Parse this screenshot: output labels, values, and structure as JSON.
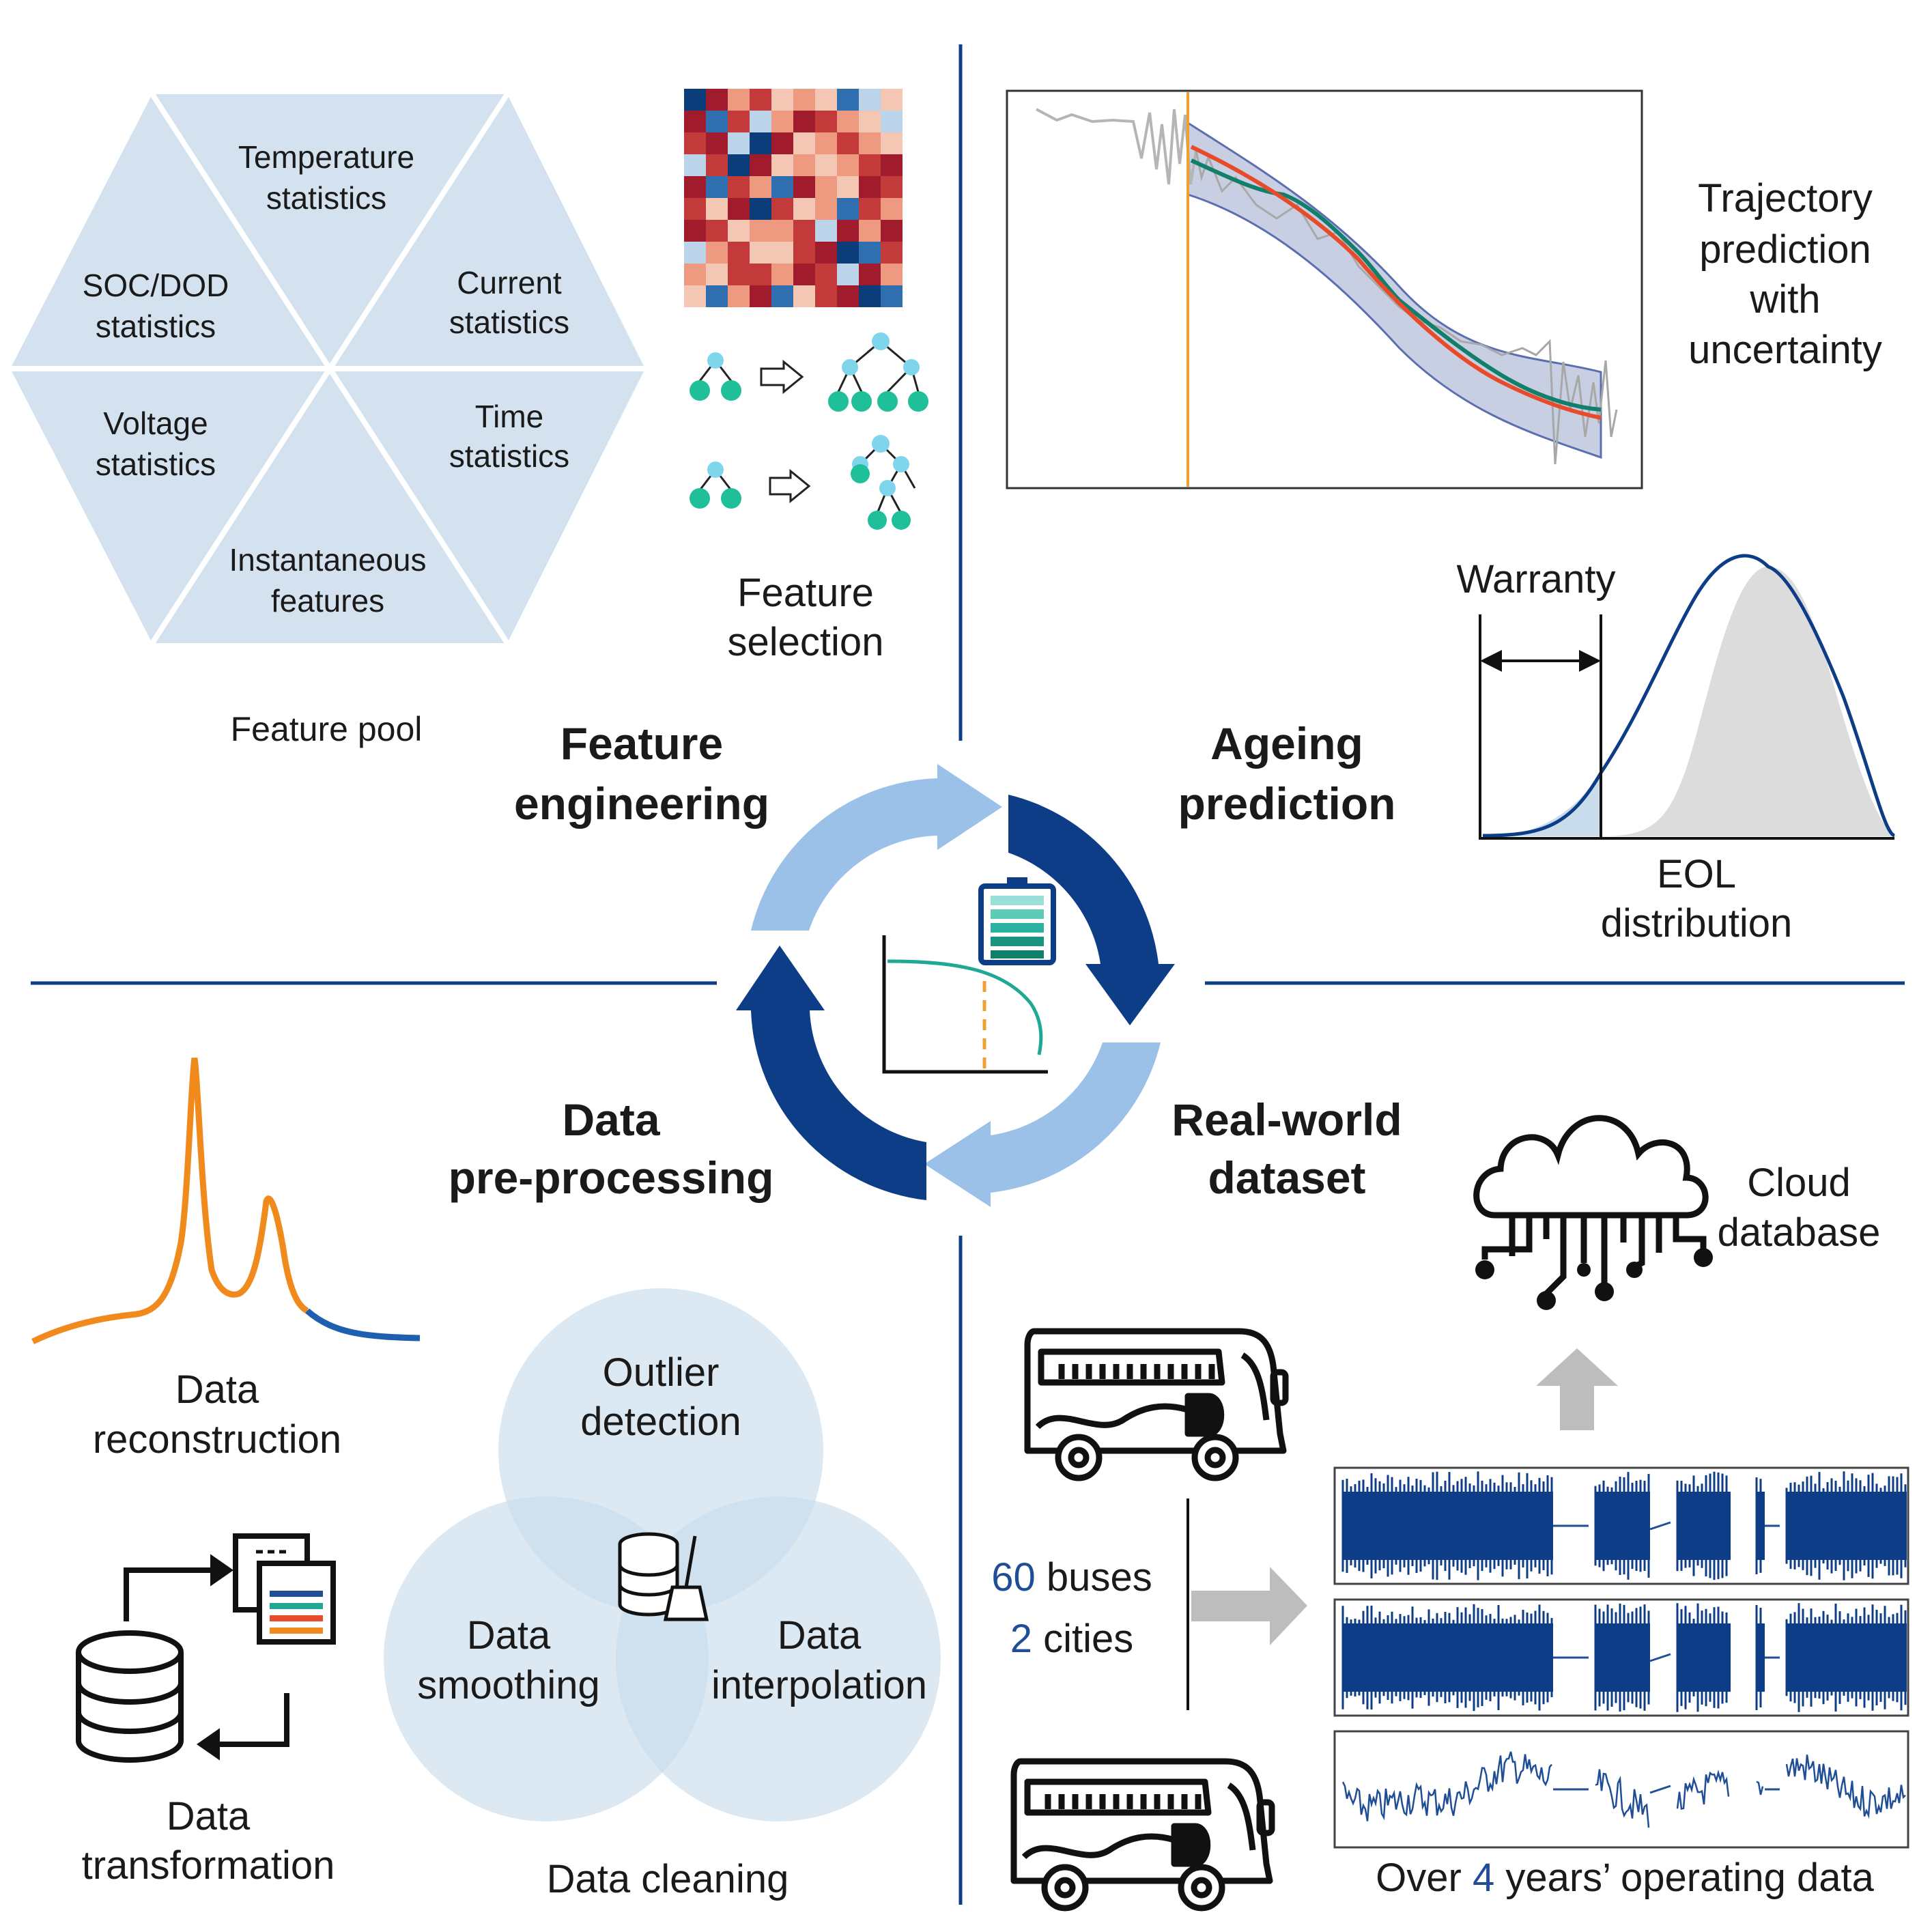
{
  "colors": {
    "navy": "#0d3d86",
    "mid_blue": "#5f91d6",
    "light_blue": "#9bc1e8",
    "hex_fill": "#d3e2ee",
    "venn_fill": "#c7dcec",
    "orange": "#f08a1c",
    "teal": "#1fa893",
    "cyan": "#7fd6ec",
    "red": "#e84b2a",
    "green": "#127f6b",
    "number_blue": "#1f4e96"
  },
  "central": {
    "icons": [
      "battery-icon",
      "capacity-fade-curve-icon"
    ]
  },
  "feature_engineering": {
    "title_line1": "Feature",
    "title_line2": "engineering",
    "pool_label": "Feature pool",
    "hexagon": [
      {
        "line1": "Temperature",
        "line2": "statistics"
      },
      {
        "line1": "Current",
        "line2": "statistics"
      },
      {
        "line1": "Time",
        "line2": "statistics"
      },
      {
        "line1": "Instantaneous",
        "line2": "features"
      },
      {
        "line1": "Voltage",
        "line2": "statistics"
      },
      {
        "line1": "SOC/DOD",
        "line2": "statistics"
      }
    ],
    "selection_line1": "Feature",
    "selection_line2": "selection",
    "icons": [
      "correlation-heatmap-icon",
      "tree-growth-icon"
    ]
  },
  "ageing_prediction": {
    "title_line1": "Ageing",
    "title_line2": "prediction",
    "trajectory_line1": "Trajectory",
    "trajectory_line2": "prediction",
    "trajectory_line3": "with",
    "trajectory_line4": "uncertainty",
    "warranty_label": "Warranty",
    "eol_line1": "EOL",
    "eol_line2": "distribution"
  },
  "data_preprocessing": {
    "title_line1": "Data",
    "title_line2": "pre-processing",
    "reconstruction_line1": "Data",
    "reconstruction_line2": "reconstruction",
    "transformation_line1": "Data",
    "transformation_line2": "transformation",
    "cleaning_label": "Data cleaning",
    "venn": {
      "top_line1": "Outlier",
      "top_line2": "detection",
      "left_line1": "Data",
      "left_line2": "smoothing",
      "right_line1": "Data",
      "right_line2": "interpolation"
    },
    "icons": [
      "database-broom-icon",
      "database-transform-icon"
    ]
  },
  "real_world_dataset": {
    "title_line1": "Real-world",
    "title_line2": "dataset",
    "cloud_line1": "Cloud",
    "cloud_line2": "database",
    "buses_number": "60",
    "buses_text": " buses",
    "cities_number": "2",
    "cities_text": " cities",
    "operating_prefix": "Over ",
    "operating_number": "4",
    "operating_suffix": " years’ operating data",
    "icons": [
      "electric-bus-icon",
      "cloud-database-icon"
    ]
  }
}
